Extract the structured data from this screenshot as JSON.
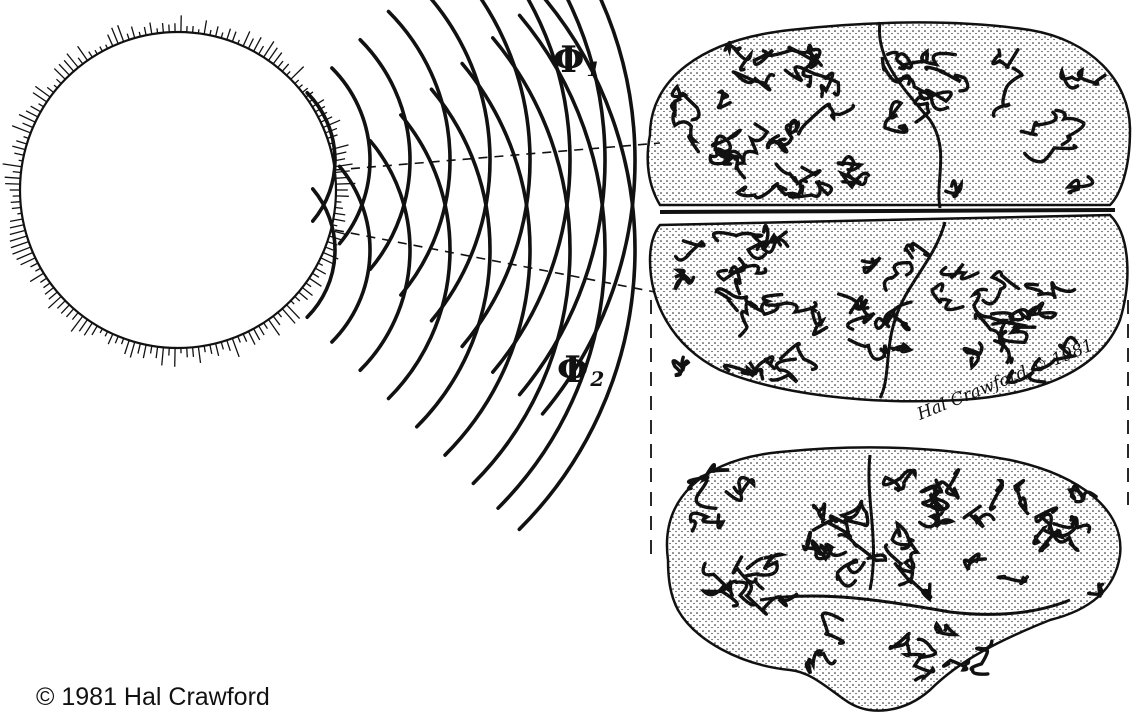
{
  "labels": {
    "phi1_symbol": "Φ",
    "phi1_sub": "1",
    "phi2_symbol": "Φ",
    "phi2_sub": "2"
  },
  "signature": "Hal Crawford © 1981",
  "copyright": "© 1981 Hal Crawford",
  "colors": {
    "ink": "#111111",
    "paper": "#ffffff"
  }
}
